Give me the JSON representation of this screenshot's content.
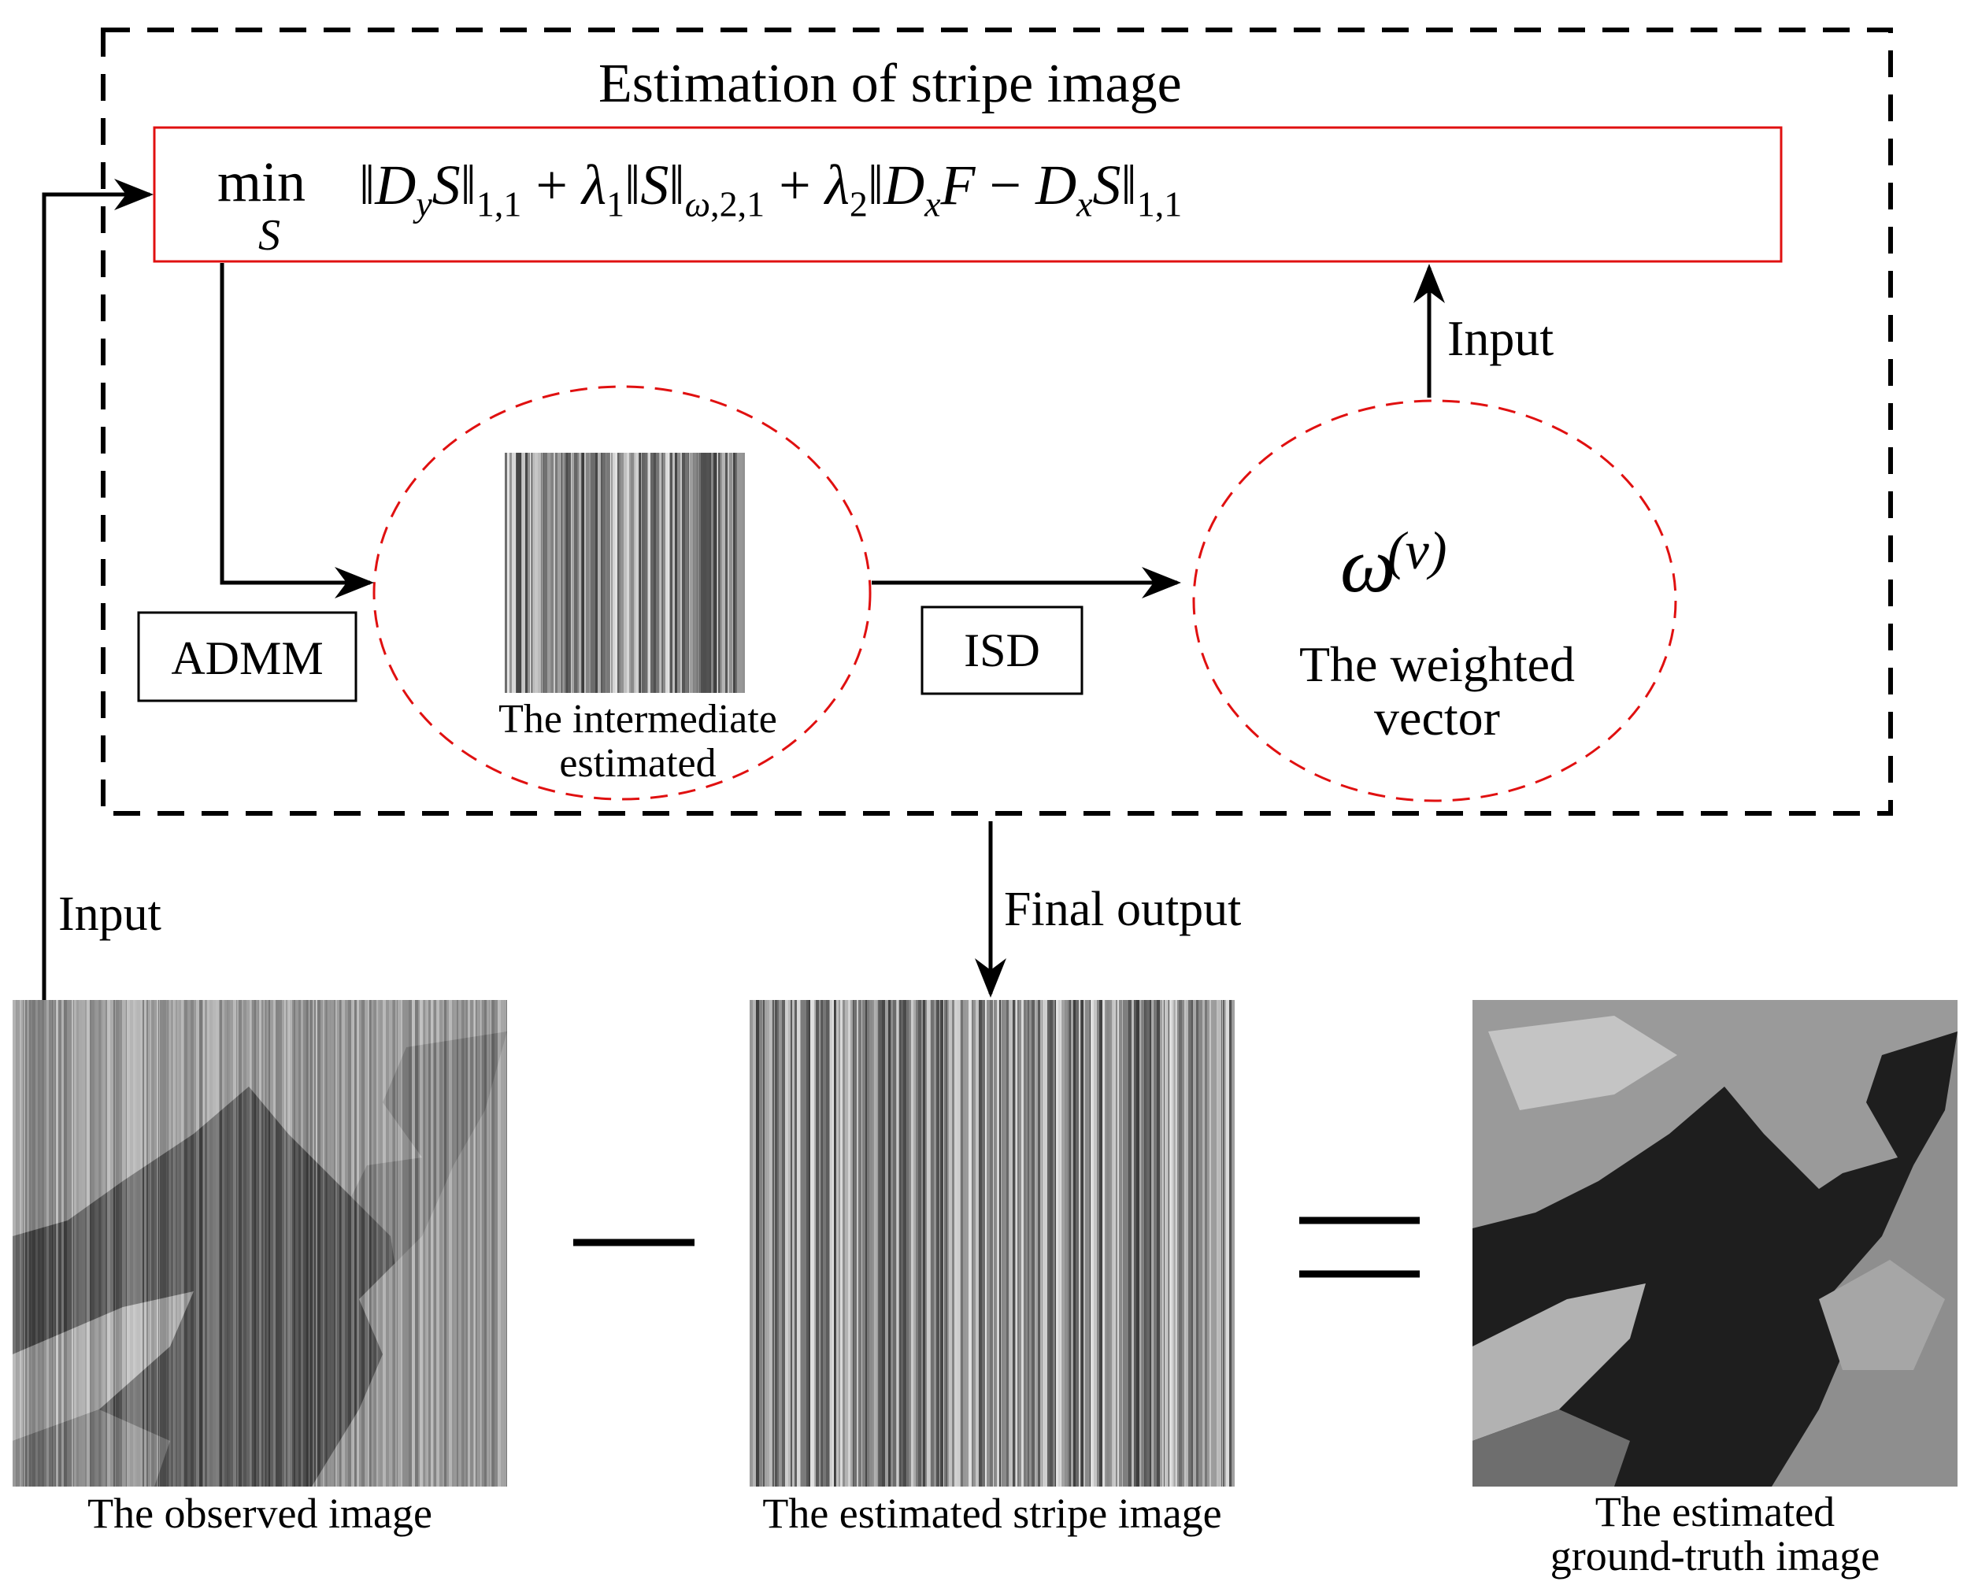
{
  "title": "Estimation of  stripe image",
  "formula": {
    "operator": "min",
    "subscript": "S",
    "objective": "‖D_yS‖_{1,1} + λ₁‖S‖_{ω,2,1} + λ₂‖D_xF − D_xS‖_{1,1}"
  },
  "labels": {
    "input_top": "Input",
    "input_left": "Input",
    "final_output": "Final output",
    "admm": "ADMM",
    "isd": "ISD",
    "omega": "ω",
    "omega_superscript": "(v)",
    "weighted_line1": "The weighted",
    "weighted_line2": "vector",
    "intermediate_line1": "The  intermediate",
    "intermediate_line2": "estimated",
    "observed": "The observed image",
    "stripe": "The estimated stripe image",
    "truth_line1": "The estimated",
    "truth_line2": "ground-truth image",
    "minus": "−",
    "equals": "="
  },
  "colors": {
    "red": "#e01010",
    "black": "#000000"
  }
}
